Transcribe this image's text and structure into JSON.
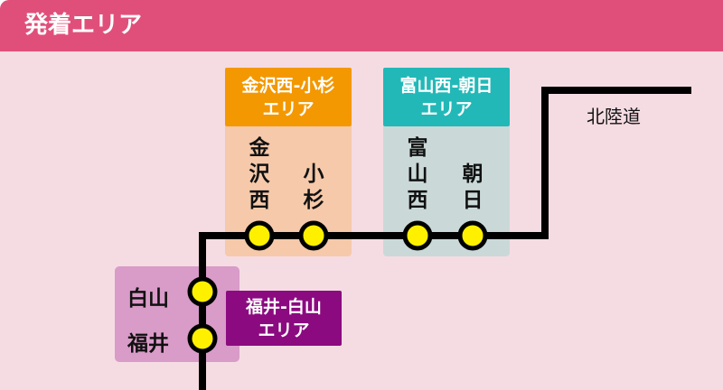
{
  "header": {
    "title": "発着エリア"
  },
  "areas": {
    "kanazawa": {
      "line1": "金沢西-小杉",
      "line2": "エリア",
      "color": "#f39800",
      "bg": "#f5c9aa"
    },
    "toyama": {
      "line1": "富山西-朝日",
      "line2": "エリア",
      "color": "#22b8b8",
      "bg": "#cad9d8"
    },
    "fukui": {
      "line1": "福井-白山",
      "line2": "エリア",
      "color": "#8b0a80",
      "bg": "#d99bc8"
    }
  },
  "stations": {
    "kanazawanishi": "金沢西",
    "kosugi": "小杉",
    "toyamanishi": "富山西",
    "asahi": "朝日",
    "hakusan": "白山",
    "fukui": "福井"
  },
  "route": {
    "label": "北陸道"
  }
}
